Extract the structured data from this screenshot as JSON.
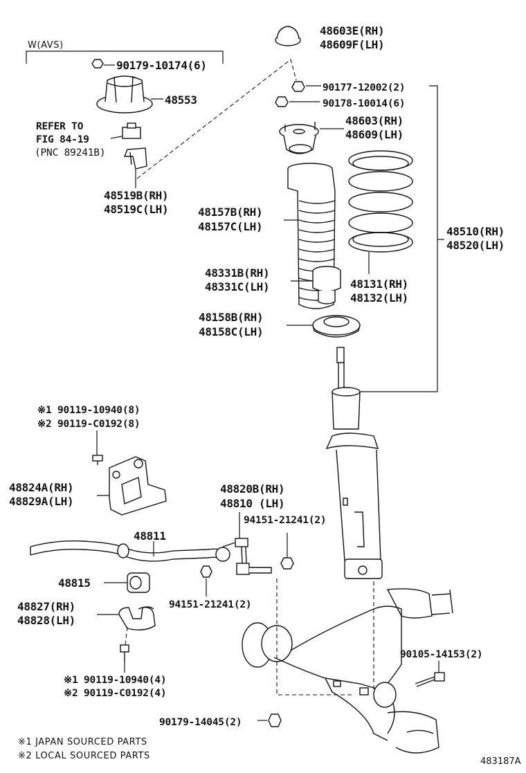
{
  "labels": {
    "p48603E": "48603E(RH)",
    "p48609F": "48609F(LH)",
    "avs": "W(AVS)",
    "p90179_10174": "90179-10174(6)",
    "p48553": "48553",
    "refer1": "REFER TO",
    "refer2": "FIG 84-19",
    "refer3": "(PNC 89241B)",
    "p90177": "90177-12002(2)",
    "p90178": "90178-10014(6)",
    "p48603": "48603(RH)",
    "p48609": "48609(LH)",
    "p48519B": "48519B(RH)",
    "p48519C": "48519C(LH)",
    "p48157B": "48157B(RH)",
    "p48157C": "48157C(LH)",
    "p48510": "48510(RH)",
    "p48520": "48520(LH)",
    "p48331B": "48331B(RH)",
    "p48331C": "48331C(LH)",
    "p48131": "48131(RH)",
    "p48132": "48132(LH)",
    "p48158B": "48158B(RH)",
    "p48158C": "48158C(LH)",
    "bolt1a": "※1 90119-10940(8)",
    "bolt2a": "※2 90119-C0192(8)",
    "p48824A": "48824A(RH)",
    "p48829A": "48829A(LH)",
    "p48820B": "48820B(RH)",
    "p48810": "48810 (LH)",
    "p94151_a": "94151-21241(2)",
    "p48811": "48811",
    "p48815": "48815",
    "p94151_b": "94151-21241(2)",
    "p48827": "48827(RH)",
    "p48828": "48828(LH)",
    "p90105": "90105-14153(2)",
    "bolt1b": "※1 90119-10940(4)",
    "bolt2b": "※2 90119-C0192(4)",
    "p90179_14045": "90179-14045(2)",
    "foot1": "※1 JAPAN SOURCED PARTS",
    "foot2": "※2 LOCAL SOURCED PARTS",
    "fig_id": "483187A"
  }
}
